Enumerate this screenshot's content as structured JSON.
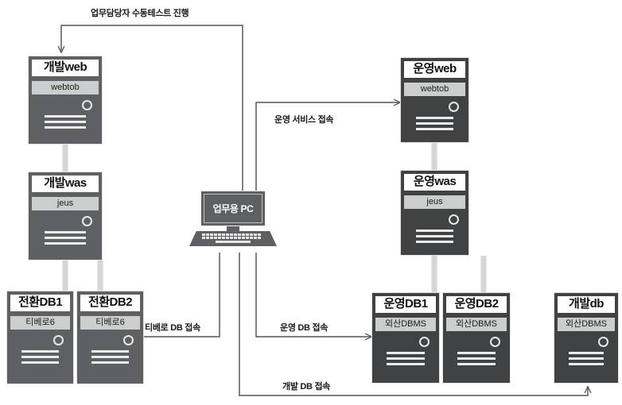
{
  "diagram": {
    "title_label": "업무담당자 수동테스트 진행",
    "nodes": [
      {
        "id": "dev-web",
        "title": "개발web",
        "sub": "webtob",
        "tone": "light"
      },
      {
        "id": "dev-was",
        "title": "개발was",
        "sub": "jeus",
        "tone": "light"
      },
      {
        "id": "conv-db1",
        "title": "전환DB1",
        "sub": "티베로6",
        "tone": "light"
      },
      {
        "id": "conv-db2",
        "title": "전환DB2",
        "sub": "티베로6",
        "tone": "light"
      },
      {
        "id": "prod-web",
        "title": "운영web",
        "sub": "webtob",
        "tone": "dark"
      },
      {
        "id": "prod-was",
        "title": "운영was",
        "sub": "jeus",
        "tone": "dark"
      },
      {
        "id": "prod-db1",
        "title": "운영DB1",
        "sub": "외산DBMS",
        "tone": "dark"
      },
      {
        "id": "prod-db2",
        "title": "운영DB2",
        "sub": "외산DBMS",
        "tone": "dark"
      },
      {
        "id": "dev-db",
        "title": "개발db",
        "sub": "외산DBMS",
        "tone": "dark"
      }
    ],
    "workstation": {
      "label": "업무용 PC"
    },
    "edge_labels": {
      "manual_test": "업무담당자 수동테스트 진행",
      "prod_service": "운영 서비스 접속",
      "tibero_db": "티베로 DB 접속",
      "prod_db": "운영 DB 접속",
      "dev_db": "개발 DB 접속"
    },
    "colors": {
      "server_light": "#5f6063",
      "server_dark": "#404244",
      "sub_strip": "#cccdcd",
      "title_strip": "#ffffff",
      "connector": "#6b6c6e",
      "rack_link": "#d4d4d4",
      "background": "#ffffff"
    }
  }
}
